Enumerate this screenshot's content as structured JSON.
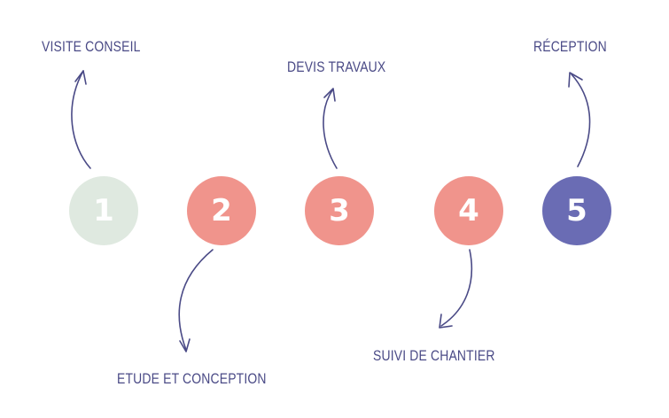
{
  "steps": [
    {
      "number": "1",
      "label": "VISITE CONSEIL",
      "color": "#dfe9e0"
    },
    {
      "number": "2",
      "label": "ETUDE ET CONCEPTION",
      "color": "#f0948c"
    },
    {
      "number": "3",
      "label": "DEVIS TRAVAUX",
      "color": "#f0948c"
    },
    {
      "number": "4",
      "label": "SUIVI DE CHANTIER",
      "color": "#f0948c"
    },
    {
      "number": "5",
      "label": "RÉCEPTION",
      "color": "#6a6cb4"
    }
  ],
  "arrow_color": "#4a4a86"
}
